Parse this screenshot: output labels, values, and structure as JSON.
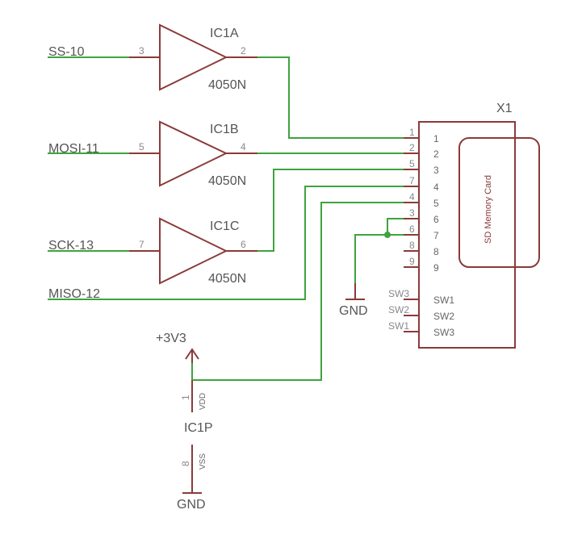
{
  "nets": {
    "ss": "SS-10",
    "mosi": "MOSI-11",
    "sck": "SCK-13",
    "miso": "MISO-12",
    "vcc": "+3V3",
    "gnd_card": "GND",
    "gnd_power": "GND"
  },
  "buffers": [
    {
      "name": "IC1A",
      "value": "4050N",
      "in_pin": "3",
      "out_pin": "2"
    },
    {
      "name": "IC1B",
      "value": "4050N",
      "in_pin": "5",
      "out_pin": "4"
    },
    {
      "name": "IC1C",
      "value": "4050N",
      "in_pin": "7",
      "out_pin": "6"
    }
  ],
  "power_unit": {
    "name": "IC1P",
    "vdd_pin": "1",
    "vdd_label": "VDD",
    "vss_pin": "8",
    "vss_label": "VSS"
  },
  "connector": {
    "name": "X1",
    "part_label": "SD Memory Card",
    "outer_pins": [
      "1",
      "2",
      "5",
      "7",
      "4",
      "3",
      "6",
      "8",
      "9"
    ],
    "outer_sw": [
      "SW3",
      "SW2",
      "SW1"
    ],
    "inner_pins": [
      "1",
      "2",
      "3",
      "4",
      "5",
      "6",
      "7",
      "8",
      "9"
    ],
    "inner_sw": [
      "SW1",
      "SW2",
      "SW3"
    ]
  }
}
